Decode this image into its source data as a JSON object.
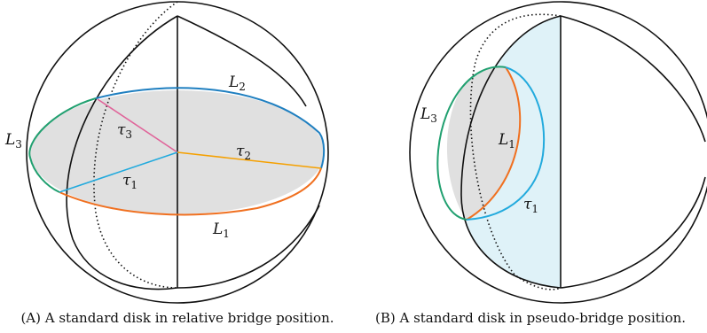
{
  "figure_a": {
    "caption": "(A) A standard disk in relative bridge position.",
    "labels": {
      "L1": {
        "base": "L",
        "sub": "1"
      },
      "L2": {
        "base": "L",
        "sub": "2"
      },
      "L3": {
        "base": "L",
        "sub": "3"
      },
      "tau1": {
        "base": "τ",
        "sub": "1"
      },
      "tau2": {
        "base": "τ",
        "sub": "2"
      },
      "tau3": {
        "base": "τ",
        "sub": "3"
      }
    }
  },
  "figure_b": {
    "caption": "(B) A standard disk in pseudo-bridge position.",
    "labels": {
      "L1": {
        "base": "L",
        "sub": "1"
      },
      "L3": {
        "base": "L",
        "sub": "3"
      },
      "tau1": {
        "base": "τ",
        "sub": "1"
      }
    }
  },
  "colors": {
    "L1": "#f07020",
    "L2": "#1f7fc0",
    "L3": "#21a070",
    "tau1": "#22aadd",
    "tau2": "#f5a000",
    "tau3": "#e0659a",
    "disk_fill": "#e0e0e0",
    "shaded_half": "#dff2f8"
  }
}
